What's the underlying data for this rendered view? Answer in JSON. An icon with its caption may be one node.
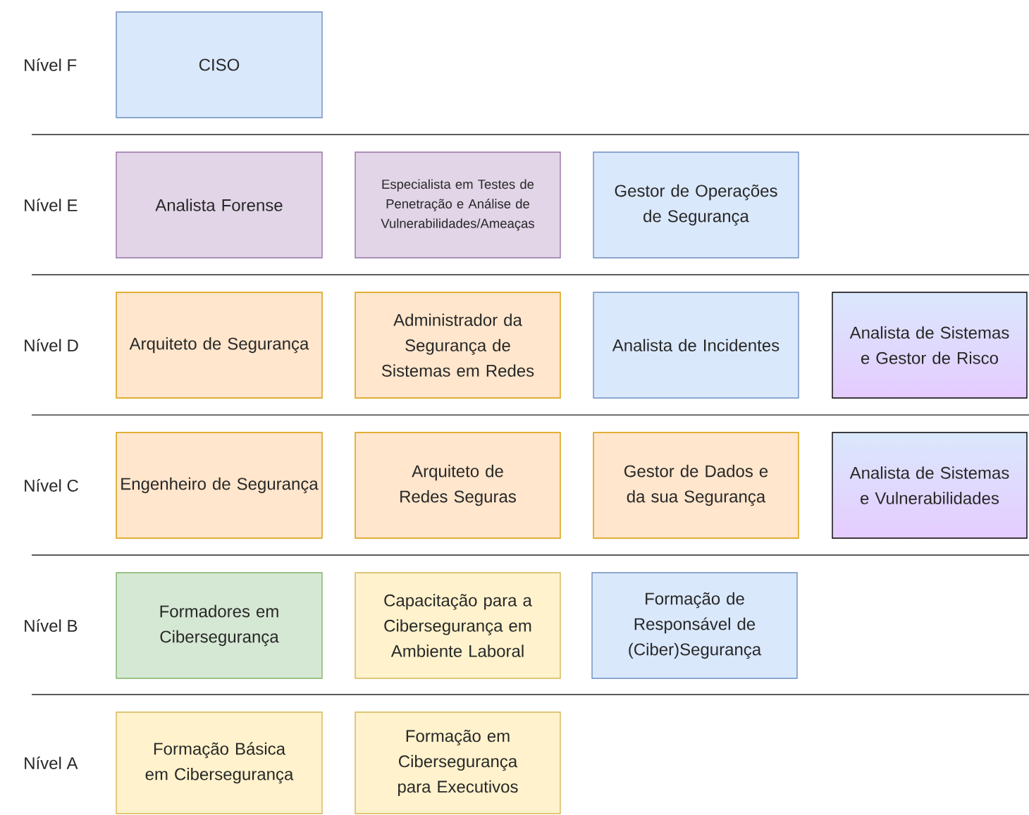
{
  "diagram": {
    "nodes": [
      {
        "text": [
          "CISO"
        ]
      },
      {
        "text": [
          "Analista Forense"
        ]
      },
      {
        "text": [
          "Especialista em Testes de Penetração e Análise de Vulnerabilidades/Ameaças"
        ]
      },
      {
        "text": [
          "Gestor de Operações de Segurança"
        ]
      },
      {
        "text": [
          "Arquiteto de Segurança"
        ]
      },
      {
        "text": [
          "Administrador da Segurança de Sistemas em Redes"
        ]
      },
      {
        "text": [
          "Analista de Incidentes"
        ]
      },
      {
        "text": [
          "Analista de Sistemas e Gestor de Risco"
        ]
      },
      {
        "text": [
          "Engenheiro de Segurança"
        ]
      },
      {
        "text": [
          "Arquiteto de Redes Seguras"
        ]
      },
      {
        "text": [
          "Gestor de Dados e da sua Segurança"
        ]
      },
      {
        "text": [
          "Analista de Sistemas e Vulnerabilidades"
        ]
      },
      {
        "text": [
          "Formadores em Cibersegurança"
        ]
      },
      {
        "text": [
          "Capacitação para a Cibersegurança em Ambiente Laboral"
        ]
      },
      {
        "text": [
          "Formação de Responsável de (Ciber)Segurança"
        ]
      },
      {
        "text": [
          "Formação Básica em Cibersegurança"
        ]
      },
      {
        "text": [
          "Formação em Cibersegurança para Executivos"
        ]
      }
    ],
    "labels": [
      "Nível F",
      "Nível E",
      "Nível D",
      "Nível C",
      "Nível B",
      "Nível A"
    ]
  }
}
